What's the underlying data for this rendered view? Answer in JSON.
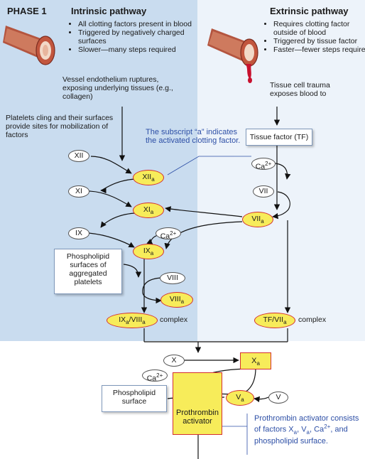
{
  "phase": "PHASE 1",
  "intrinsic": {
    "heading": "Intrinsic pathway",
    "bullets": [
      "All clotting factors present in blood",
      "Triggered by negatively charged surfaces",
      "Slower—many steps required"
    ],
    "vessel_text": "Vessel endothelium ruptures, exposing underlying tissues (e.g., collagen)",
    "platelet_text": "Platelets cling and their surfaces provide sites for mobilization of factors"
  },
  "extrinsic": {
    "heading": "Extrinsic pathway",
    "bullets": [
      "Requires clotting factor outside of blood",
      "Triggered by tissue factor",
      "Faster—fewer steps required"
    ],
    "trauma_text": "Tissue cell trauma exposes blood to"
  },
  "subscript_note": "The subscript “a” indicates the activated clotting factor.",
  "nodes": {
    "xii": "XII",
    "xiia": "XIIa",
    "xi": "XI",
    "xia": "XIa",
    "ix": "IX",
    "ixa": "IXa",
    "viii": "VIII",
    "viiia": "VIIIa",
    "ix_viii_complex": "IXa/VIIIa",
    "tissue_factor": "Tissue factor (TF)",
    "ca_top": "Ca2+",
    "vii": "VII",
    "viia": "VIIa",
    "ca_mid": "Ca2+",
    "tf_vii_complex": "TF/VIIa",
    "x": "X",
    "xa": "Xa",
    "ca_bottom": "Ca2+",
    "va": "Va",
    "v": "V",
    "complex_label": "complex",
    "phospholipid_platelets": "Phospholipid surfaces of aggregated platelets",
    "phospholipid_surface": "Phospholipid surface",
    "prothrombin_activator": "Prothrombin activator"
  },
  "prothrombin_note": "Prothrombin activator consists of factors Xa, Va, Ca2+, and phospholipid surface.",
  "colors": {
    "intrinsic_panel": "#c9dcef",
    "extrinsic_panel": "#edf3fa",
    "activated_fill": "#f7ec5a",
    "activated_border": "#d32f2f",
    "note_text": "#2d4fa6"
  },
  "icons": [
    "blood-vessel-icon-intrinsic",
    "blood-vessel-icon-extrinsic"
  ]
}
